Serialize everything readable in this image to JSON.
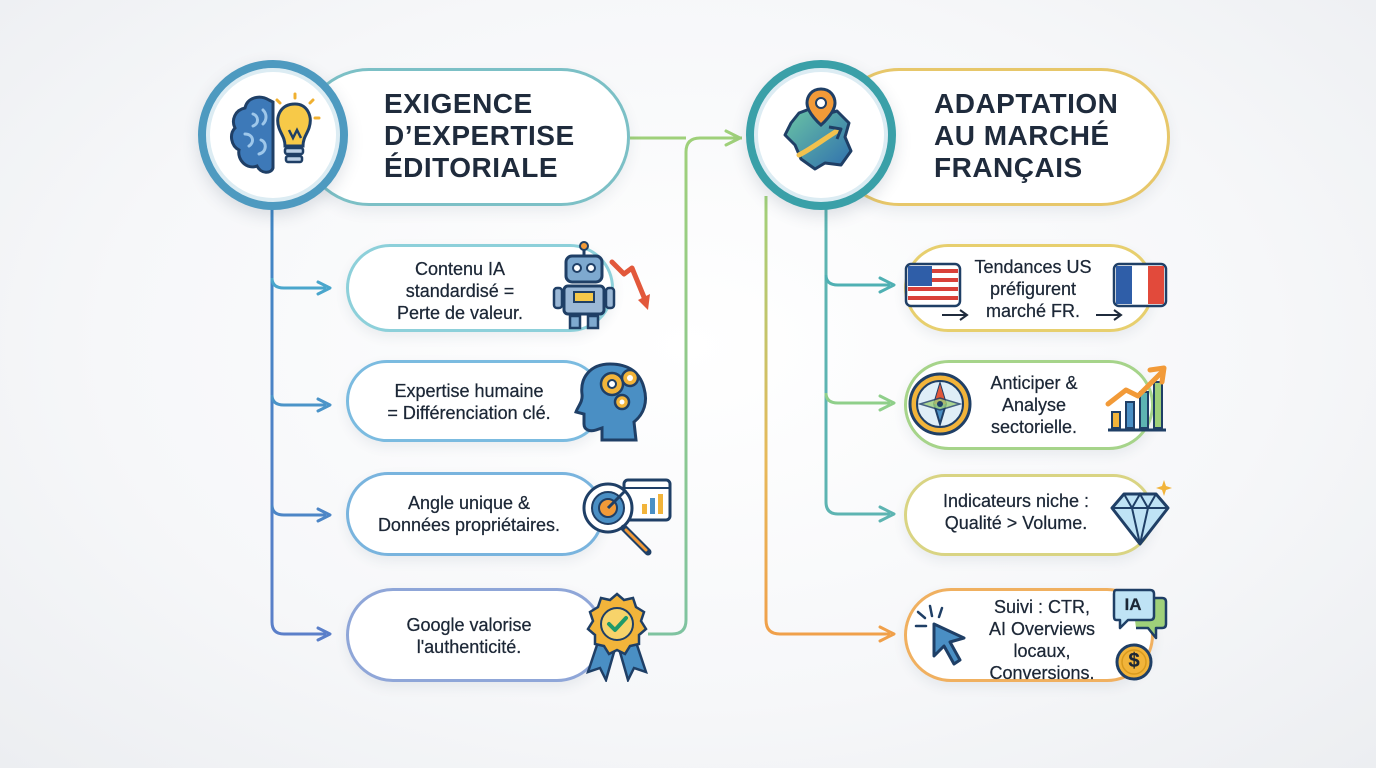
{
  "left": {
    "title_lines": [
      "Exigence",
      "d’expertise",
      "éditoriale"
    ],
    "items": [
      {
        "lines": [
          "Contenu IA",
          "standardisé =",
          "Perte de valeur."
        ],
        "icon": "robot-decline-icon"
      },
      {
        "lines": [
          "Expertise humaine",
          "= Différenciation clé."
        ],
        "icon": "head-gears-icon"
      },
      {
        "lines": [
          "Angle unique &",
          "Données propriétaires."
        ],
        "icon": "target-magnifier-icon"
      },
      {
        "lines": [
          "Google valorise",
          "l'authenticité."
        ],
        "icon": "award-badge-icon"
      }
    ]
  },
  "right": {
    "title_lines": [
      "Adaptation",
      "au marché",
      "français"
    ],
    "items": [
      {
        "lines": [
          "Tendances US",
          "préfigurent",
          "marché FR."
        ],
        "icon": "flags-us-fr-icon"
      },
      {
        "lines": [
          "Anticiper &",
          "Analyse",
          "sectorielle."
        ],
        "icon": "compass-growth-icon"
      },
      {
        "lines": [
          "Indicateurs niche :",
          "Qualité > Volume."
        ],
        "icon": "diamond-icon"
      },
      {
        "lines": [
          "Suivi : CTR,",
          "AI Overviews",
          "locaux,",
          "Conversions."
        ],
        "icon": "cursor-ia-dollar-icon"
      }
    ],
    "ia_badge": "IA",
    "dollar_sign": "$"
  }
}
